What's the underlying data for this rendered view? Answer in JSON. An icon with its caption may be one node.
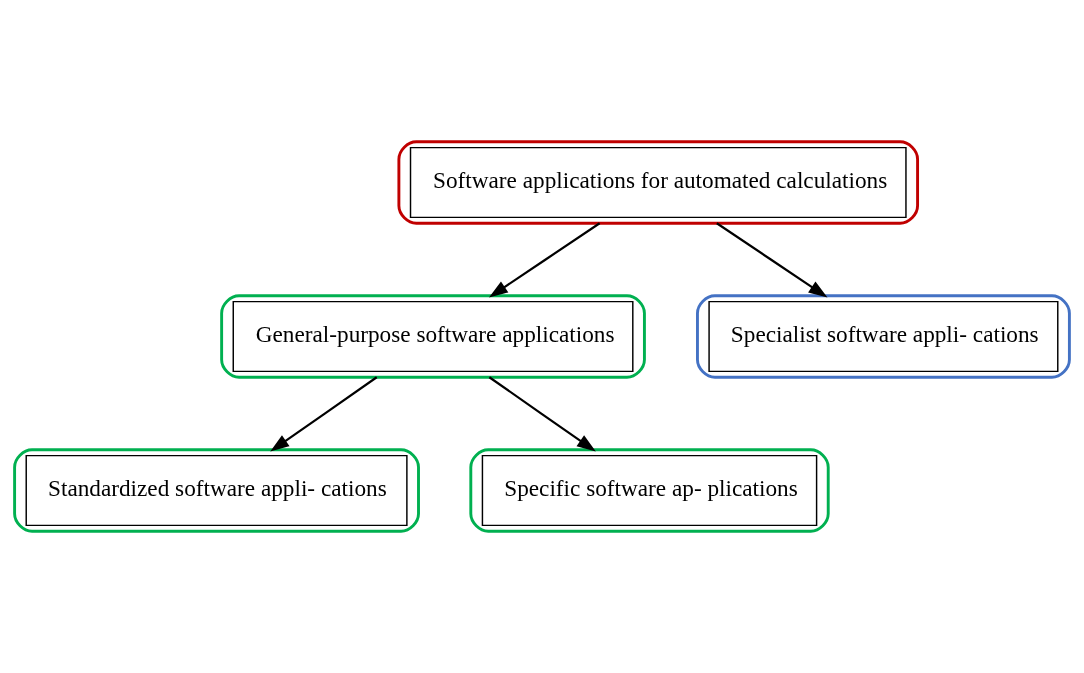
{
  "diagram": {
    "nodes": [
      {
        "text": [
          "Software applications for automated calculations"
        ]
      },
      {
        "text": [
          "General-purpose software applications"
        ]
      },
      {
        "text": [
          "Specialist software appli- cations"
        ]
      },
      {
        "text": [
          "Standardized software appli- cations"
        ]
      },
      {
        "text": [
          "Specific software ap- plications"
        ]
      }
    ],
    "edges": [
      {
        "from": 0,
        "to": 1,
        "arrow": "to"
      },
      {
        "from": 0,
        "to": 2,
        "arrow": "to"
      },
      {
        "from": 1,
        "to": 3,
        "arrow": "to"
      },
      {
        "from": 1,
        "to": 4,
        "arrow": "to"
      }
    ]
  }
}
